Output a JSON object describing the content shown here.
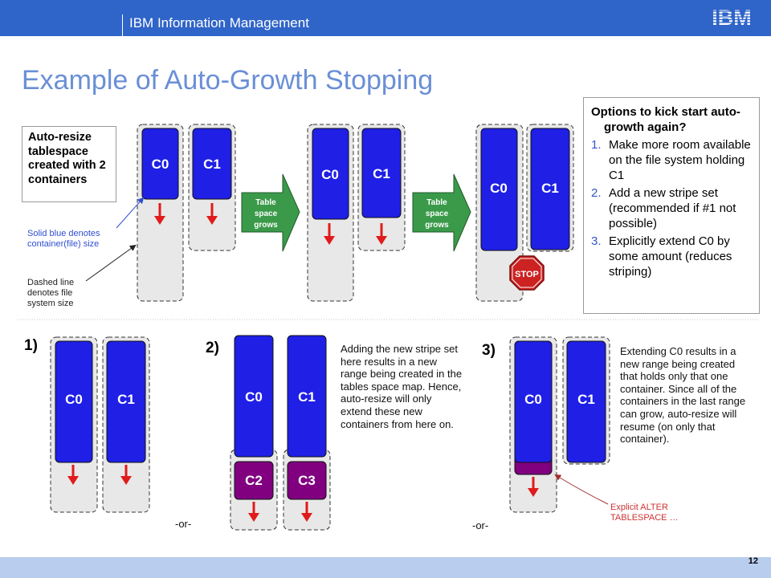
{
  "header": {
    "title": "IBM Information Management",
    "logo_text": "IBM"
  },
  "slide": {
    "title": "Example of Auto-Growth Stopping",
    "page_number": "12"
  },
  "intro_box": "Auto-resize tablespace created with 2 containers",
  "notes": {
    "solid_blue": "Solid blue denotes container(file) size",
    "dashed_line": "Dashed line denotes file system size"
  },
  "arrows": [
    "Table space grows",
    "Table space grows"
  ],
  "stop_sign": "STOP",
  "options": {
    "question": "Options to kick start auto-growth again?",
    "items": [
      {
        "n": "1.",
        "text": "Make more room available on the file system holding C1"
      },
      {
        "n": "2.",
        "text": "Add a new stripe set (recommended if #1 not possible)"
      },
      {
        "n": "3.",
        "text": "Explicitly extend C0 by some amount (reduces striping)"
      }
    ]
  },
  "steps": [
    "1)",
    "2)",
    "3)"
  ],
  "or_text": "-or-",
  "paragraph_2": "Adding the new stripe set here results in a new range being created in the tables space map.  Hence, auto-resize will only extend these new containers from here on.",
  "paragraph_3": "Extending C0 results in a new range being created that holds only that one container.  Since all of the containers in the last range can grow, auto-resize will resume (on only that container).",
  "alter_note": "Explicit ALTER TABLESPACE …",
  "containers": {
    "c0": "C0",
    "c1": "C1",
    "c2": "C2",
    "c3": "C3"
  },
  "colors": {
    "container_blue": "#1f1fe6",
    "container_purple": "#800080",
    "arrow_green": "#3a9a4a",
    "growth_red": "#e01b1b",
    "header_blue": "#2f64c8"
  }
}
